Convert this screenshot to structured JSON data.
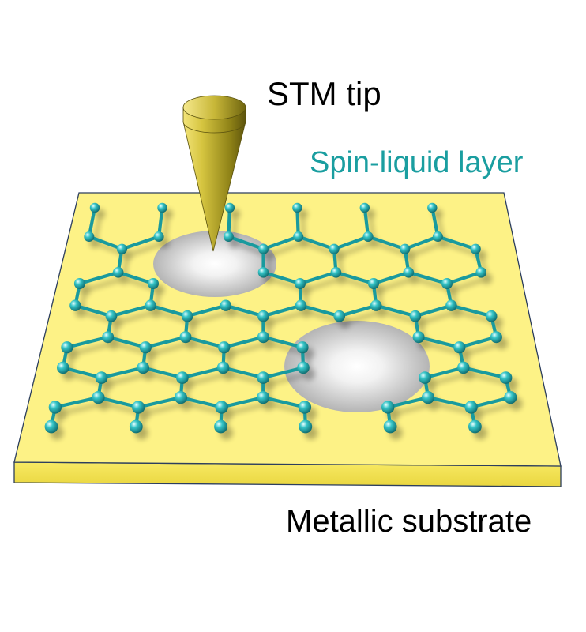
{
  "labels": {
    "stm_tip": "STM tip",
    "spin_liquid_layer": "Spin-liquid layer",
    "metallic_substrate": "Metallic substrate"
  },
  "colors": {
    "substrate_top": "#fdf286",
    "substrate_side": "#f3e24e",
    "substrate_edge": "#2c3e5e",
    "lattice": "#199a9e",
    "atom": "#138e92",
    "tip": "#c6b53a",
    "label_black": "#000000",
    "label_teal": "#1a9ea0"
  }
}
